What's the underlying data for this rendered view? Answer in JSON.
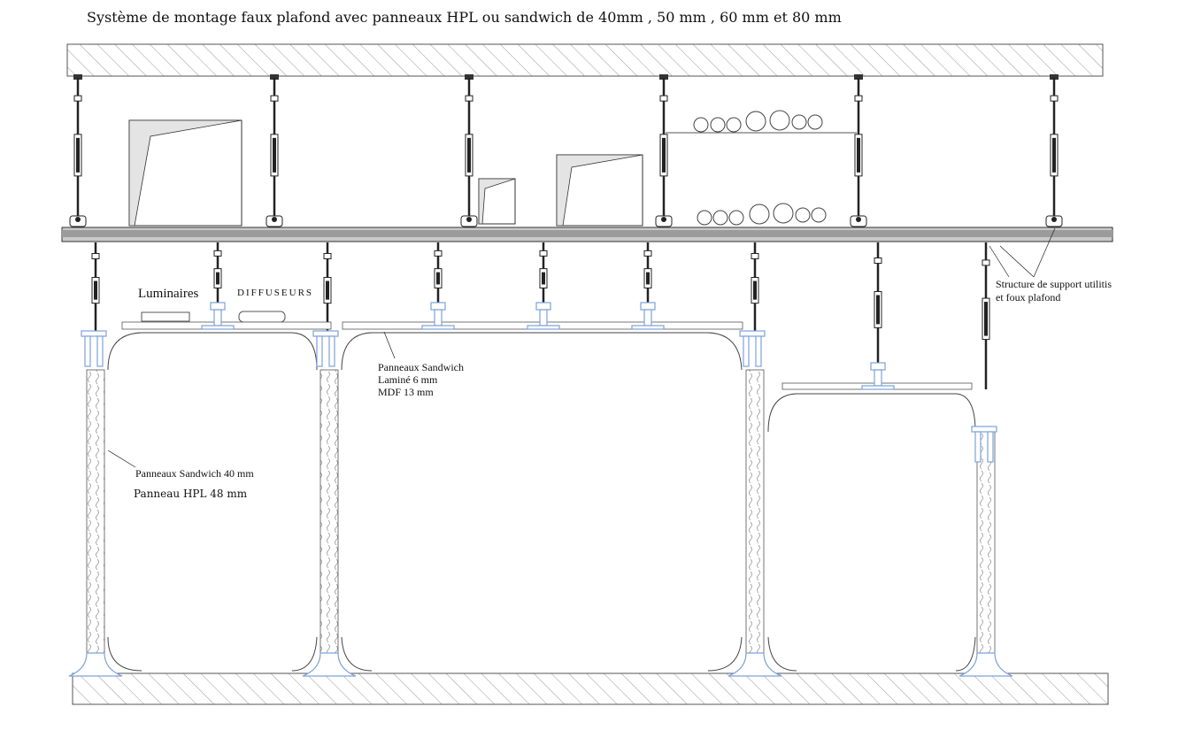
{
  "title": "Système de montage faux plafond avec panneaux HPL ou sandwich de 40mm , 50 mm , 60 mm et 80 mm",
  "labels": {
    "luminaires": "Luminaires",
    "diffuseurs": "DIFFUSEURS",
    "panneaux_sandwich_top_1": "Panneaux Sandwich",
    "panneaux_sandwich_top_2": "Laminé 6 mm",
    "panneaux_sandwich_top_3": "MDF 13 mm",
    "panneaux_sandwich_40": "Panneaux Sandwich 40 mm",
    "panneau_hpl_48": "Panneau HPL 48 mm",
    "structure_1": "Structure de support utilitis",
    "structure_2": "et foux plafond"
  },
  "colors": {
    "line": "#333333",
    "hatch": "#9a9a9a",
    "profile": "#7da2d8",
    "beam": "#9b9b9b",
    "duct_fill": "#e4e4e4"
  }
}
